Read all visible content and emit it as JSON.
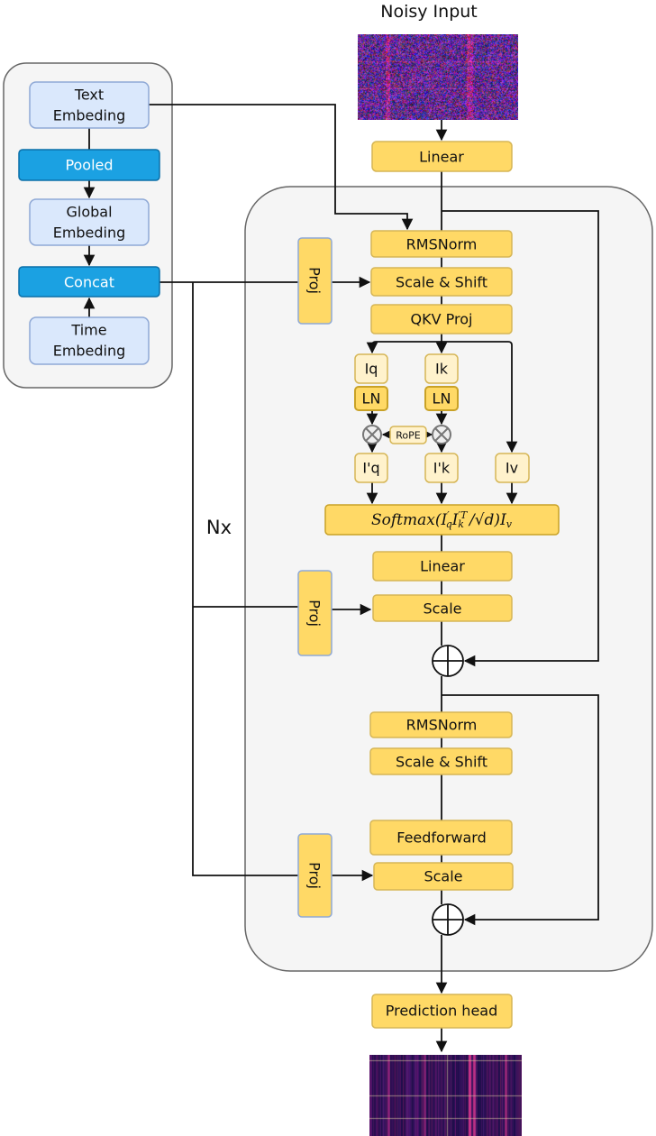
{
  "title": "Noisy Input",
  "colors": {
    "block_fill": "#FFD966",
    "block_border": "#D6B656",
    "embed_fill": "#DAE8FC",
    "embed_accent": "#1BA1E2",
    "container": "#F5F5F5"
  },
  "conditioning": {
    "text_embedding": [
      "Text",
      "Embeding"
    ],
    "pooled": "Pooled",
    "global_embedding": [
      "Global",
      "Embeding"
    ],
    "concat": "Concat",
    "time_embedding": [
      "Time",
      "Embeding"
    ]
  },
  "input_linear": "Linear",
  "block": {
    "repeat_label": "Nx",
    "proj": "Proj",
    "rmsnorm1": "RMSNorm",
    "scale_shift1": "Scale & Shift",
    "qkv_proj": "QKV Proj",
    "iq": "Iq",
    "ik": "Ik",
    "ln": "LN",
    "rope": "RoPE",
    "iq_prime": "I'q",
    "ik_prime": "I'k",
    "iv": "Iv",
    "softmax": {
      "fn": "Softmax(",
      "iq": "I",
      "iq_sup": "′",
      "iq_sub": "q",
      "ik": "I",
      "ik_sup": "′T",
      "ik_sub": "k",
      "div": "/√",
      "d": "d",
      "close": ")",
      "iv": "I",
      "iv_sub": "v"
    },
    "linear": "Linear",
    "scale1": "Scale",
    "rmsnorm2": "RMSNorm",
    "scale_shift2": "Scale & Shift",
    "feedforward": "Feedforward",
    "scale2": "Scale"
  },
  "prediction_head": "Prediction head"
}
